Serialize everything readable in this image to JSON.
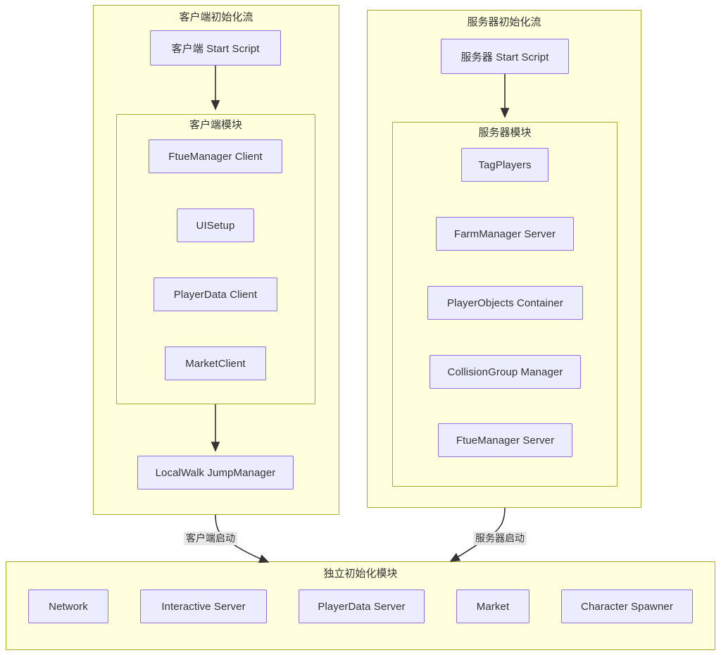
{
  "diagram": {
    "type": "flowchart",
    "direction": "top-down",
    "background": "#ffffff",
    "colors": {
      "node_fill": "#ececff",
      "node_border": "#9370db",
      "cluster_fill": "#ffffde",
      "cluster_border": "#aaaa33",
      "text": "#333333",
      "edge": "#333333",
      "edge_label_bg": "#e8e8e8"
    },
    "clusters": [
      {
        "id": "client-init-flow",
        "title": "客户端初始化流",
        "nodes": [
          {
            "id": "client-start-script",
            "label": "客户端 Start Script"
          },
          {
            "id": "localwalk-jumpmanager",
            "label": "LocalWalk JumpManager"
          }
        ],
        "child_cluster": {
          "id": "client-modules",
          "title": "客户端模块",
          "nodes": [
            {
              "id": "ftuemanager-client",
              "label": "FtueManager Client"
            },
            {
              "id": "uisetup",
              "label": "UISetup"
            },
            {
              "id": "playerdata-client",
              "label": "PlayerData Client"
            },
            {
              "id": "marketclient",
              "label": "MarketClient"
            }
          ]
        }
      },
      {
        "id": "server-init-flow",
        "title": "服务器初始化流",
        "nodes": [
          {
            "id": "server-start-script",
            "label": "服务器 Start Script"
          }
        ],
        "child_cluster": {
          "id": "server-modules",
          "title": "服务器模块",
          "nodes": [
            {
              "id": "tagplayers",
              "label": "TagPlayers"
            },
            {
              "id": "farmmanager-server",
              "label": "FarmManager Server"
            },
            {
              "id": "playerobjects-container",
              "label": "PlayerObjects Container"
            },
            {
              "id": "collisiongroup-manager",
              "label": "CollisionGroup Manager"
            },
            {
              "id": "ftuemanager-server",
              "label": "FtueManager Server"
            }
          ]
        }
      },
      {
        "id": "standalone-init-modules",
        "title": "独立初始化模块",
        "nodes": [
          {
            "id": "network",
            "label": "Network"
          },
          {
            "id": "interactive-server",
            "label": "Interactive Server"
          },
          {
            "id": "playerdata-server",
            "label": "PlayerData Server"
          },
          {
            "id": "market",
            "label": "Market"
          },
          {
            "id": "character-spawner",
            "label": "Character Spawner"
          }
        ]
      }
    ],
    "edges": [
      {
        "id": "edge-client-start-to-modules",
        "from": "client-start-script",
        "to": "client-modules",
        "label": ""
      },
      {
        "id": "edge-client-modules-to-localwalk",
        "from": "client-modules",
        "to": "localwalk-jumpmanager",
        "label": ""
      },
      {
        "id": "edge-server-start-to-modules",
        "from": "server-start-script",
        "to": "server-modules",
        "label": ""
      },
      {
        "id": "edge-client-to-standalone",
        "from": "client-init-flow",
        "to": "standalone-init-modules",
        "label": "客户端启动"
      },
      {
        "id": "edge-server-to-standalone",
        "from": "server-init-flow",
        "to": "standalone-init-modules",
        "label": "服务器启动"
      }
    ]
  }
}
